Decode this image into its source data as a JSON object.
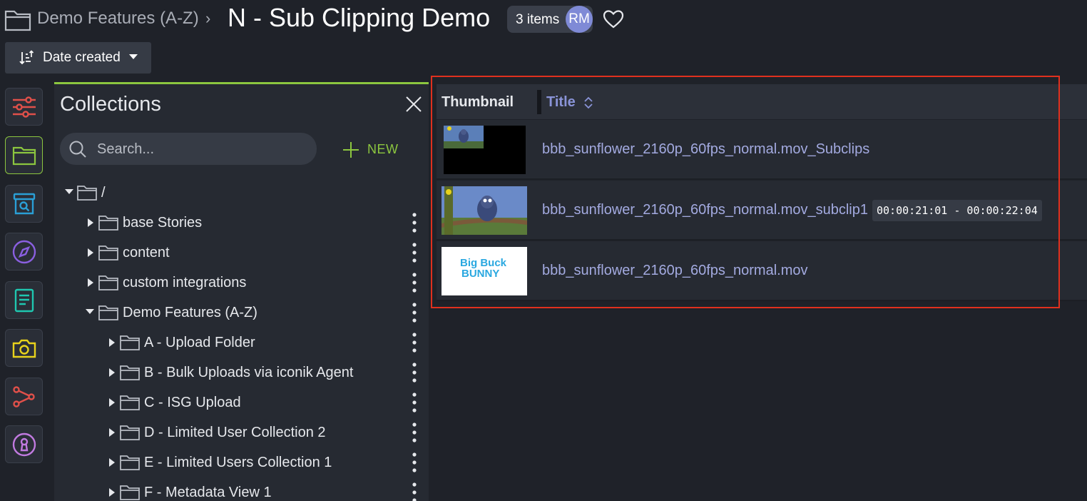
{
  "header": {
    "breadcrumb": "Demo Features (A-Z)",
    "separator": "›",
    "title": "N - Sub Clipping Demo",
    "items_count": "3 items",
    "avatar_initials": "RM"
  },
  "sort": {
    "label": "Date created"
  },
  "rail": {
    "icons": [
      "filters-icon",
      "collections-icon",
      "search-archive-icon",
      "explore-compass-icon",
      "document-icon",
      "camera-icon",
      "share-nodes-icon",
      "keyhole-icon"
    ]
  },
  "collections": {
    "title": "Collections",
    "search_placeholder": "Search...",
    "new_label": "NEW",
    "tree": [
      {
        "label": "/"
      },
      {
        "label": "base Stories"
      },
      {
        "label": "content"
      },
      {
        "label": "custom integrations"
      },
      {
        "label": "Demo Features (A-Z)"
      },
      {
        "label": "A - Upload Folder"
      },
      {
        "label": "B - Bulk Uploads via iconik Agent"
      },
      {
        "label": "C - ISG Upload"
      },
      {
        "label": "D - Limited User Collection 2"
      },
      {
        "label": "E - Limited Users Collection 1"
      },
      {
        "label": "F - Metadata View 1"
      }
    ]
  },
  "table": {
    "col_thumbnail": "Thumbnail",
    "col_title": "Title",
    "rows": [
      {
        "title": "bbb_sunflower_2160p_60fps_normal.mov_Subclips",
        "timecode": ""
      },
      {
        "title": "bbb_sunflower_2160p_60fps_normal.mov_subclip1",
        "timecode": "00:00:21:01 - 00:00:22:04"
      },
      {
        "title": "bbb_sunflower_2160p_60fps_normal.mov",
        "timecode": "",
        "thumb_text_1": "Big Buck",
        "thumb_text_2": "BUNNY"
      }
    ]
  },
  "colors": {
    "accent_green": "#8cc63f",
    "link_purple": "#a3aae0",
    "highlight_red": "#e0301e"
  }
}
